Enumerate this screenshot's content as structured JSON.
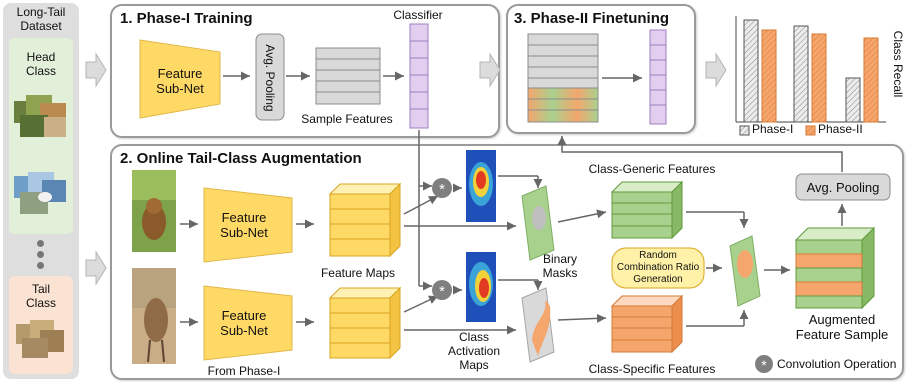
{
  "dataset": {
    "title_line1": "Long-Tail",
    "title_line2": "Dataset",
    "head_line1": "Head",
    "head_line2": "Class",
    "tail_line1": "Tail",
    "tail_line2": "Class"
  },
  "phase1": {
    "title": "1. Phase-I Training",
    "subnet_line1": "Feature",
    "subnet_line2": "Sub-Net",
    "pooling": "Avg. Pooling",
    "sample_features": "Sample Features",
    "classifier": "Classifier"
  },
  "phase2": {
    "title": "3. Phase-II Finetuning"
  },
  "recall_chart": {
    "ylabel": "Class Recall",
    "legend_phase1": "Phase-I",
    "legend_phase2": "Phase-II",
    "colors": {
      "phase1": "#d9d9d9",
      "phase2": "#f4a66d"
    }
  },
  "online": {
    "title": "2. Online Tail-Class Augmentation",
    "subnet_line1": "Feature",
    "subnet_line2": "Sub-Net",
    "subnet2_line1": "Feature",
    "subnet2_line2": "Sub-Net",
    "feature_maps": "Feature Maps",
    "from_phase1": "From Phase-I",
    "binary_line1": "Binary",
    "binary_line2": "Masks",
    "cam_line1": "Class",
    "cam_line2": "Activation",
    "cam_line3": "Maps",
    "class_generic": "Class-Generic Features",
    "class_specific": "Class-Specific Features",
    "random_line1": "Random",
    "random_line2": "Combination Ratio",
    "random_line3": "Generation",
    "avg_pooling": "Avg. Pooling",
    "augmented_line1": "Augmented",
    "augmented_line2": "Feature Sample",
    "conv_legend": "Convolution Operation"
  },
  "colors": {
    "feature_yellow": "#ffd966",
    "green": "#a9d18e",
    "orange": "#f4a66d",
    "purple": "#e2cff0",
    "gray": "#d9d9d9"
  }
}
